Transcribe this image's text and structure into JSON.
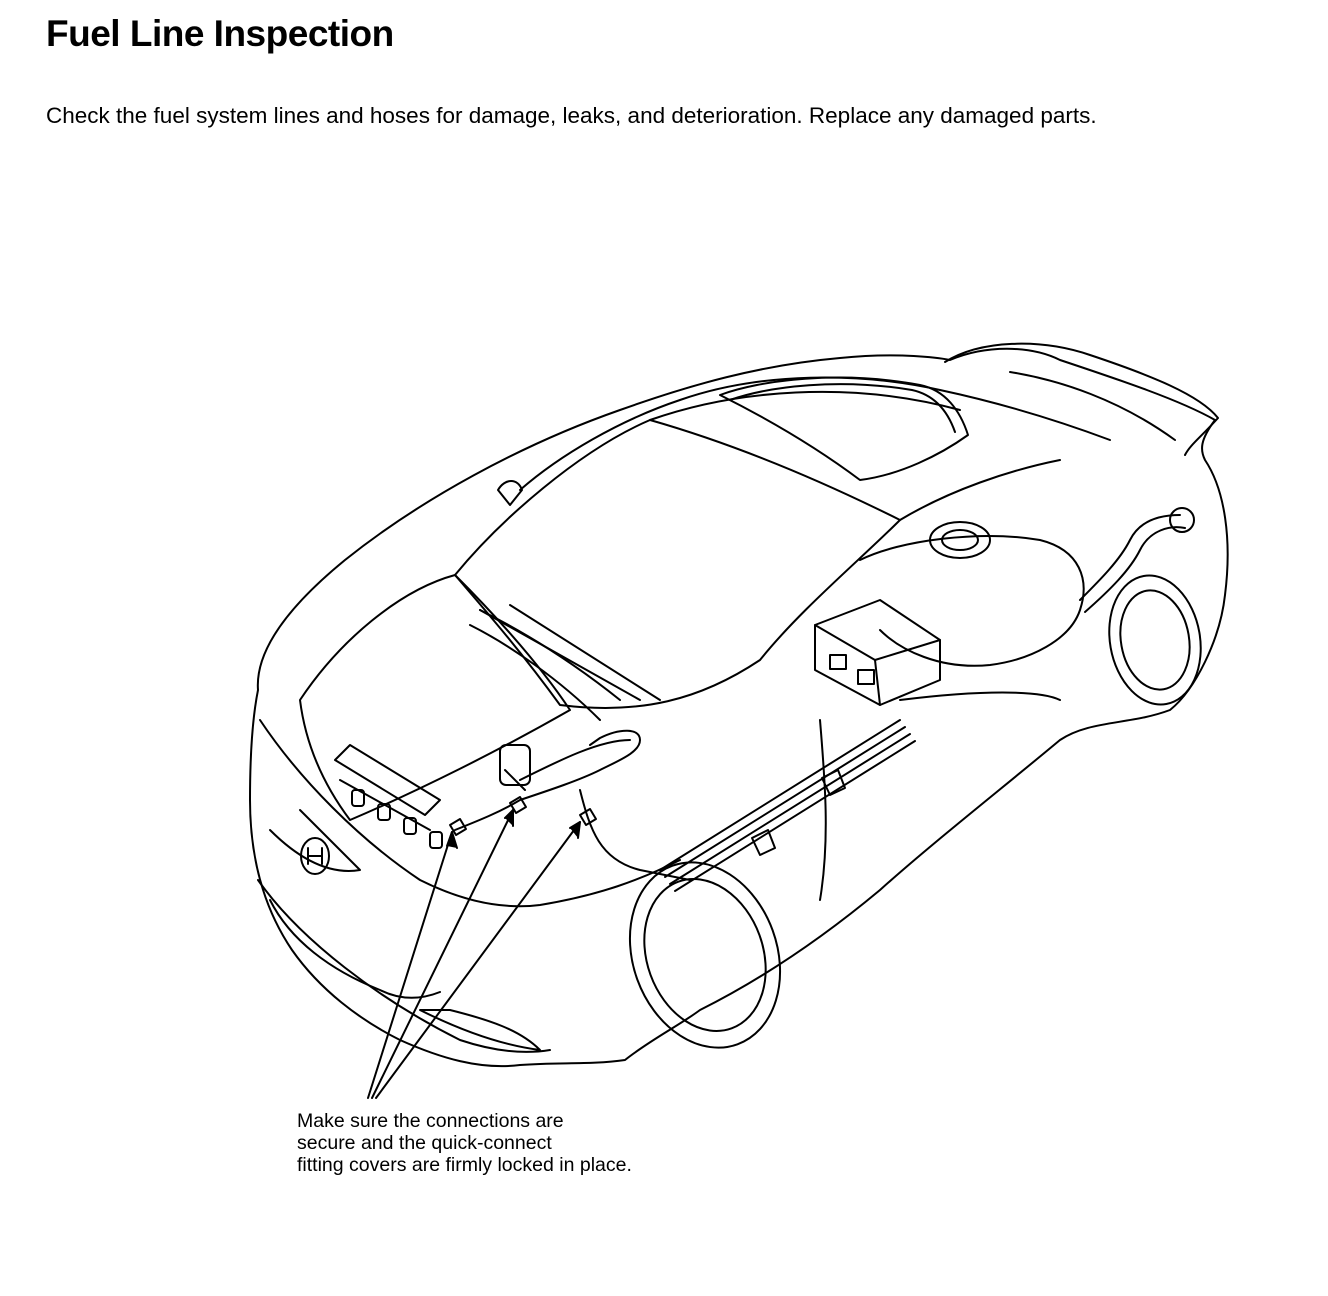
{
  "page": {
    "title": "Fuel Line Inspection",
    "intro": "Check the fuel system lines and hoses for damage, leaks, and deterioration. Replace any damaged parts."
  },
  "illustration": {
    "subject": "car-top-view-fuel-lines",
    "stroke_color": "#000000",
    "callout": {
      "lines": [
        "Make sure the connections are",
        "secure and the quick-connect",
        "fitting covers are firmly locked in place."
      ]
    }
  }
}
